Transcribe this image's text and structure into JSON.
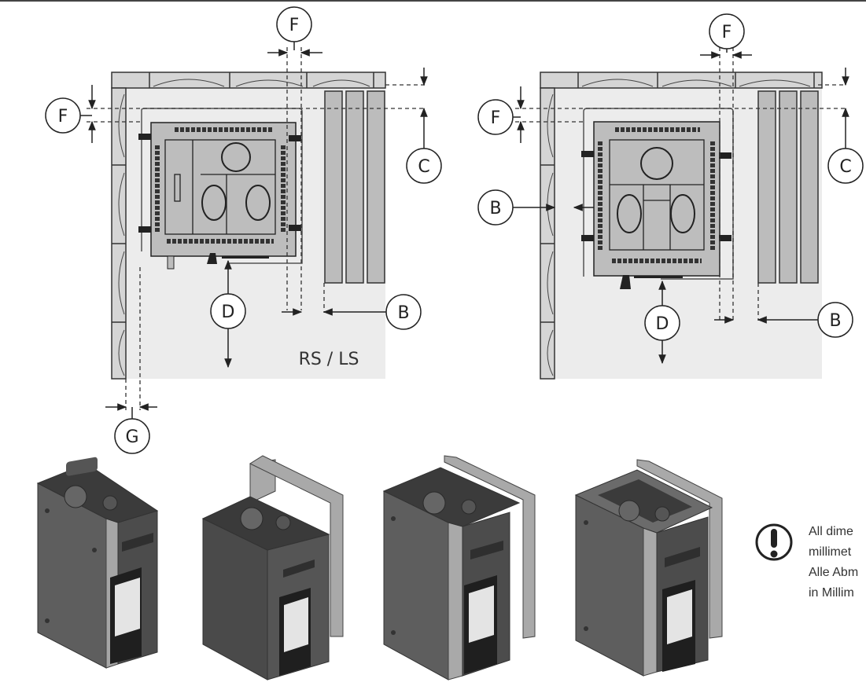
{
  "top_diagrams": [
    {
      "variant": "RS / LS",
      "labels": [
        "F",
        "F",
        "C",
        "B",
        "D",
        "G"
      ]
    },
    {
      "labels": [
        "F",
        "F",
        "C",
        "B",
        "B",
        "D"
      ]
    }
  ],
  "note": {
    "icon": "exclamation-icon",
    "lines": [
      "All dime",
      "millimet",
      "Alle Abm",
      "in Millim"
    ]
  },
  "colors": {
    "room_fill": "#ececec",
    "wood": "#d5d5d5",
    "heater": "#bdbdbd",
    "stone_panel": "#bcbcbc",
    "outline": "#222222"
  }
}
